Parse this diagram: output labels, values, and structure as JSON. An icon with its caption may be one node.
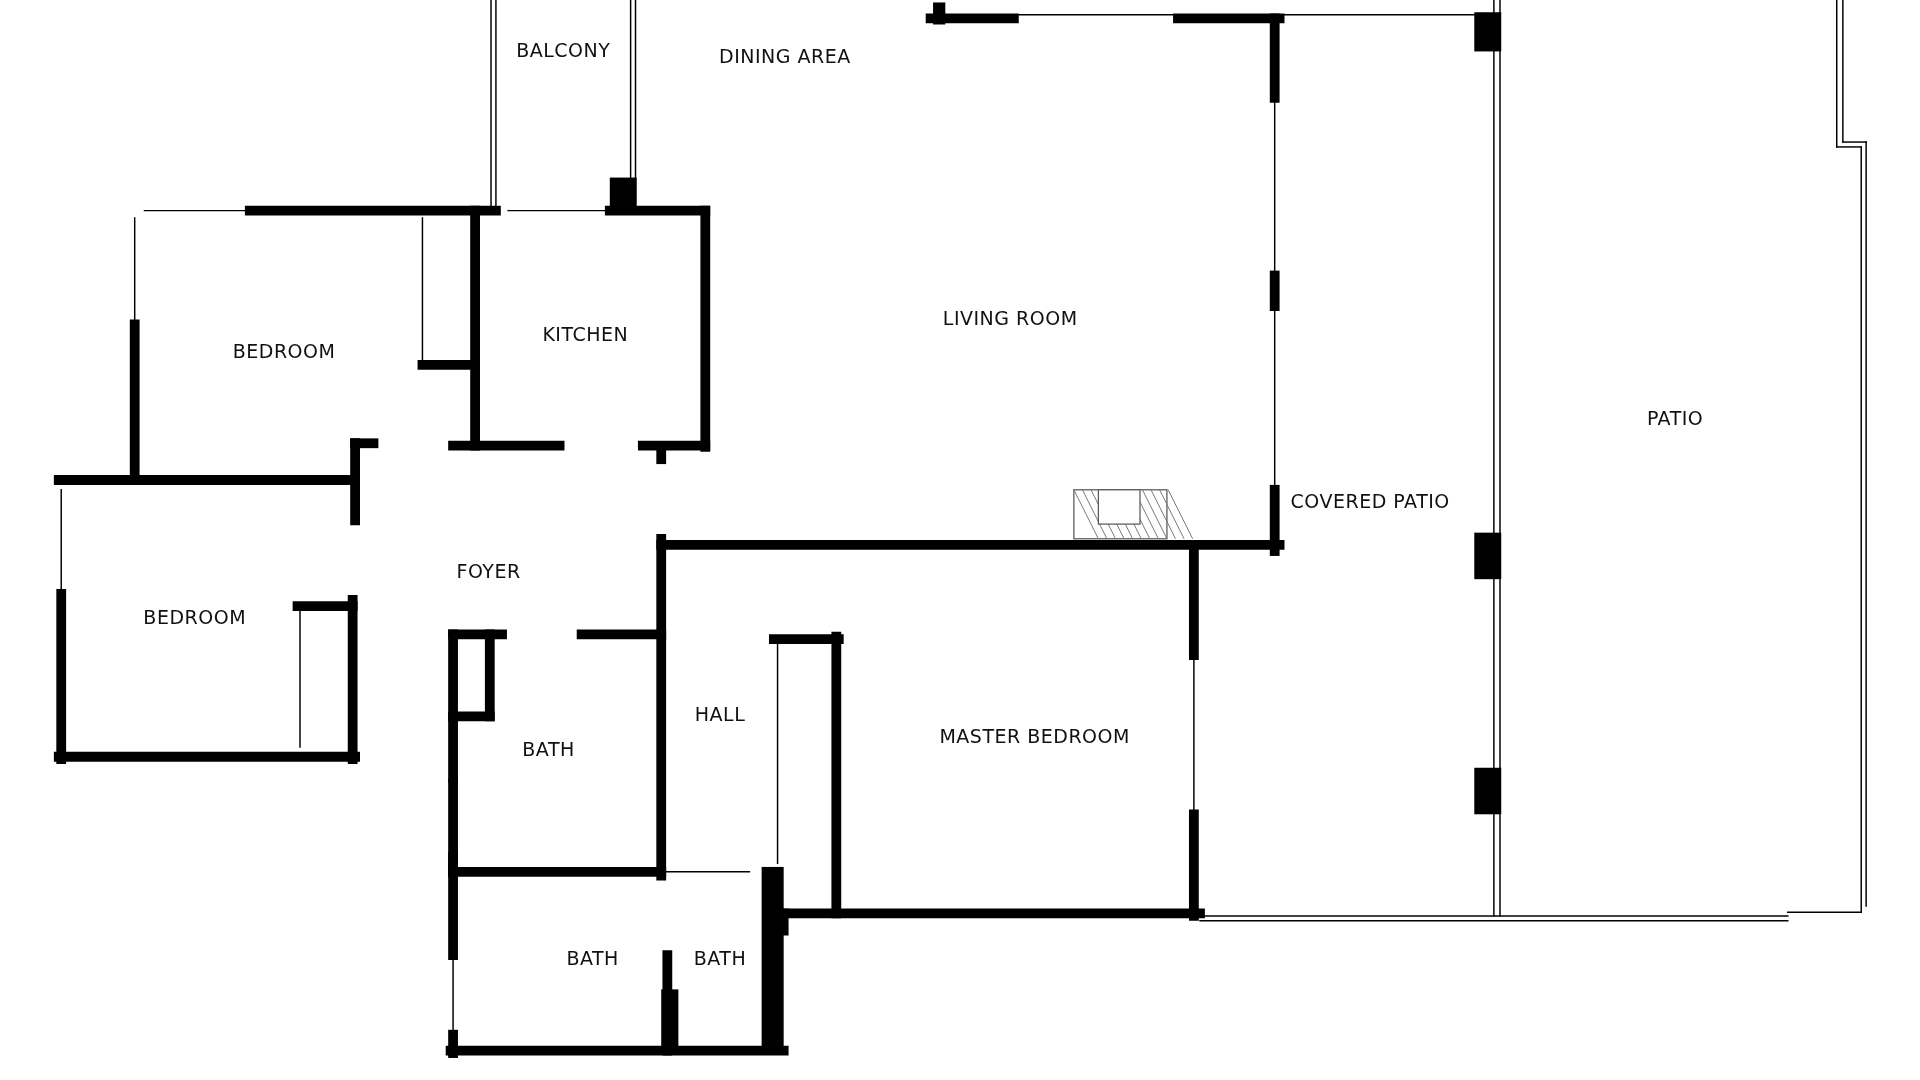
{
  "diagram": {
    "labels": [
      "BALCONY",
      "DINING AREA",
      "LIVING ROOM",
      "KITCHEN",
      "BEDROOM",
      "PATIO",
      "COVERED PATIO",
      "FOYER",
      "BEDROOM",
      "HALL",
      "MASTER BEDROOM",
      "BATH",
      "BATH",
      "BATH"
    ]
  }
}
